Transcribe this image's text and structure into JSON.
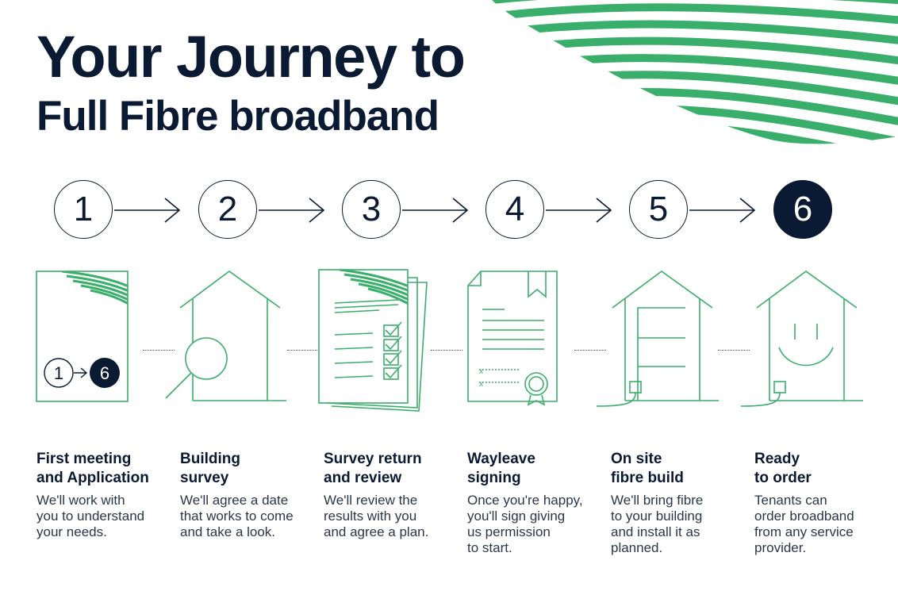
{
  "title": {
    "line1": "Your Journey to",
    "line2": "Full Fibre broadband"
  },
  "colors": {
    "navy": "#0b1a33",
    "green": "#3aae6b",
    "muted_text": "#2b3647"
  },
  "steps": [
    {
      "number": "1",
      "heading": "First meeting\nand Application",
      "body": "We'll work with\nyou to understand\nyour needs.",
      "illustration": "application-form-icon"
    },
    {
      "number": "2",
      "heading": "Building\nsurvey",
      "body": "We'll agree a date\nthat works to come\nand take a look.",
      "illustration": "house-magnifier-icon"
    },
    {
      "number": "3",
      "heading": "Survey return\nand review",
      "body": "We'll review the\nresults with you\nand agree a plan.",
      "illustration": "checklist-documents-icon"
    },
    {
      "number": "4",
      "heading": "Wayleave\nsigning",
      "body": "Once you're happy,\nyou'll sign giving\nus permission\nto start.",
      "illustration": "signed-certificate-icon"
    },
    {
      "number": "5",
      "heading": "On site\nfibre build",
      "body": "We'll bring fibre\nto your building\nand install it as\nplanned.",
      "illustration": "house-fibre-build-icon"
    },
    {
      "number": "6",
      "heading": "Ready\nto order",
      "body": "Tenants can\norder broadband\nfrom any service\nprovider.",
      "illustration": "happy-house-icon"
    }
  ],
  "form_badge": {
    "from": "1",
    "to": "6"
  }
}
